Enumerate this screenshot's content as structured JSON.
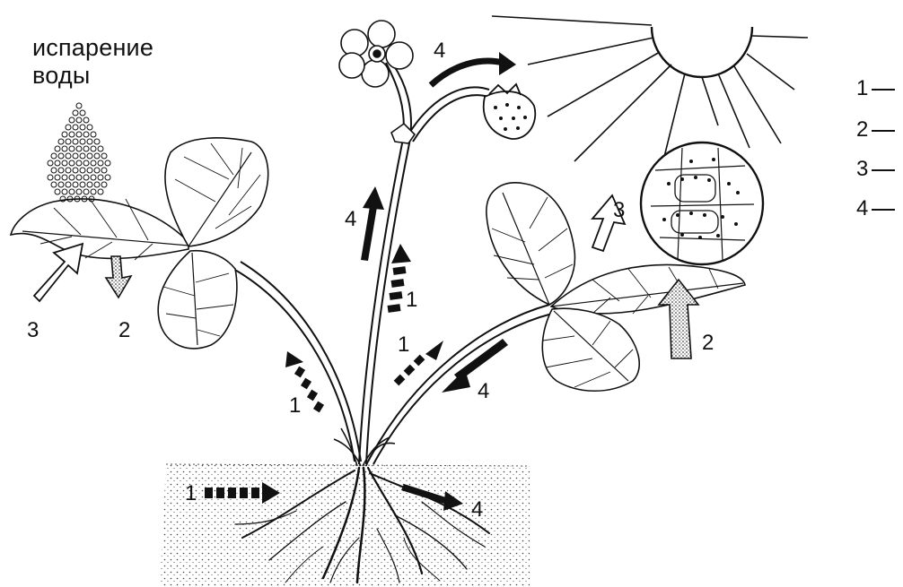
{
  "caption": {
    "line1": "испарение",
    "line2": "воды"
  },
  "arrow_labels": {
    "root_in": "1",
    "stem_up": "1",
    "left_petiole": "1",
    "right_petiole": "1",
    "stem_down": "4",
    "fruit": "4",
    "right_leaf_down": "4",
    "root_out": "4",
    "left_co2": "3",
    "left_o2": "2",
    "right_sun": "3",
    "right_co2": "2"
  },
  "legend": [
    {
      "key": "1",
      "text": ""
    },
    {
      "key": "2",
      "text": ""
    },
    {
      "key": "3",
      "text": ""
    },
    {
      "key": "4",
      "text": ""
    }
  ],
  "colors": {
    "ink": "#111111",
    "paper": "#ffffff"
  }
}
